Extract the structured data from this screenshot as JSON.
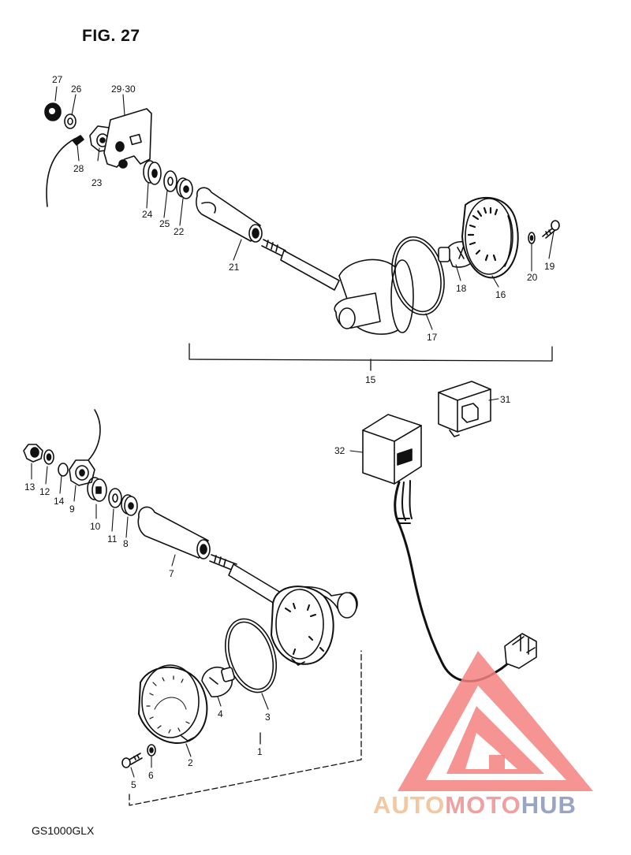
{
  "figure": {
    "title": "FIG. 27",
    "model": "GS1000GLX"
  },
  "callouts": [
    "27",
    "26",
    "29·30",
    "28",
    "23",
    "24",
    "25",
    "22",
    "21",
    "18",
    "16",
    "20",
    "19",
    "17",
    "15",
    "31",
    "32",
    "13",
    "12",
    "14",
    "9",
    "10",
    "11",
    "8",
    "7",
    "4",
    "3",
    "2",
    "1",
    "5",
    "6"
  ],
  "watermark": {
    "part1": "AUTO",
    "part2": "MOTO",
    "part3": "HUB"
  },
  "colors": {
    "line": "#111111",
    "watermark_red": "#f26b6b"
  }
}
